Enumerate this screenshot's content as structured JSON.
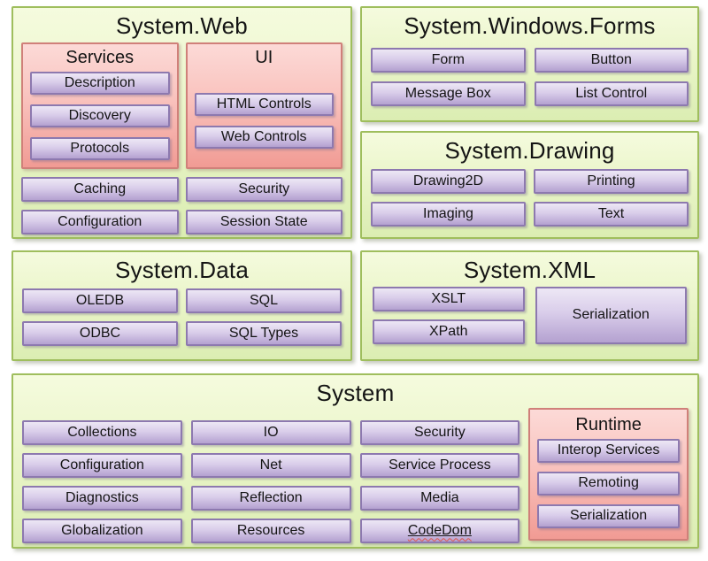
{
  "system_web": {
    "title": "System.Web",
    "services": {
      "title": "Services",
      "items": [
        "Description",
        "Discovery",
        "Protocols"
      ]
    },
    "ui": {
      "title": "UI",
      "items": [
        "HTML Controls",
        "Web Controls"
      ]
    },
    "items": [
      "Caching",
      "Security",
      "Configuration",
      "Session State"
    ]
  },
  "system_windows_forms": {
    "title": "System.Windows.Forms",
    "items": [
      "Form",
      "Button",
      "Message Box",
      "List Control"
    ]
  },
  "system_drawing": {
    "title": "System.Drawing",
    "items": [
      "Drawing2D",
      "Printing",
      "Imaging",
      "Text"
    ]
  },
  "system_data": {
    "title": "System.Data",
    "items": [
      "OLEDB",
      "SQL",
      "ODBC",
      "SQL Types"
    ]
  },
  "system_xml": {
    "title": "System.XML",
    "items": [
      "XSLT",
      "XPath"
    ],
    "serialization": "Serialization"
  },
  "system": {
    "title": "System",
    "columns": [
      [
        "Collections",
        "Configuration",
        "Diagnostics",
        "Globalization"
      ],
      [
        "IO",
        "Net",
        "Reflection",
        "Resources"
      ],
      [
        "Security",
        "Service Process",
        "Media",
        "CodeDom"
      ]
    ],
    "runtime": {
      "title": "Runtime",
      "items": [
        "Interop Services",
        "Remoting",
        "Serialization"
      ]
    }
  },
  "colors": {
    "group_border": "#9fbe5d",
    "group_fill_top": "#f5fbde",
    "group_fill_bottom": "#dbedb2",
    "subgroup_border": "#d0807a",
    "subgroup_fill_top": "#fcdad7",
    "subgroup_fill_bottom": "#f19b94",
    "item_border": "#8d79af",
    "item_fill_top": "#ede7f5",
    "item_fill_bottom": "#b4a1d0",
    "text": "#141414",
    "spellcheck_squiggle": "#e0554a"
  }
}
